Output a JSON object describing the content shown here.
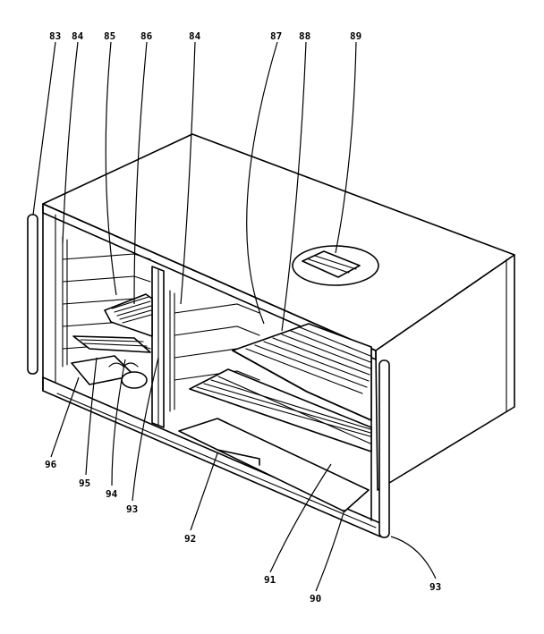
{
  "callouts": {
    "c83_top": "83",
    "c84_left": "84",
    "c85": "85",
    "c86": "86",
    "c84_mid": "84",
    "c87": "87",
    "c88": "88",
    "c89": "89",
    "c96": "96",
    "c95": "95",
    "c94": "94",
    "c93_center": "93",
    "c92": "92",
    "c91": "91",
    "c90": "90",
    "c93_right": "93"
  }
}
